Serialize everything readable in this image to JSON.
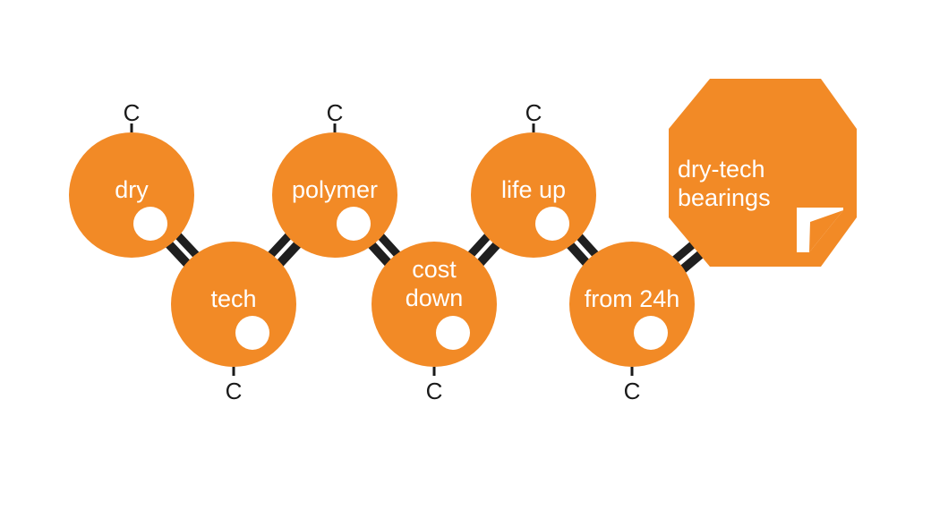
{
  "colors": {
    "orange": "#f28a26",
    "bond_dark": "#1f1f1f",
    "white": "#ffffff",
    "carbon_text": "#1a1a1a"
  },
  "nodes": [
    {
      "lines": [
        "dry"
      ],
      "carbon_text": "C",
      "carbon_side": "top"
    },
    {
      "lines": [
        "tech"
      ],
      "carbon_text": "C",
      "carbon_side": "bottom"
    },
    {
      "lines": [
        "polymer"
      ],
      "carbon_text": "C",
      "carbon_side": "top"
    },
    {
      "lines": [
        "cost",
        "down"
      ],
      "carbon_text": "C",
      "carbon_side": "bottom"
    },
    {
      "lines": [
        "life up"
      ],
      "carbon_text": "C",
      "carbon_side": "top"
    },
    {
      "lines": [
        "from 24h"
      ],
      "carbon_text": "C",
      "carbon_side": "bottom"
    }
  ],
  "end_badge": {
    "lines": [
      "dry-tech",
      "bearings"
    ],
    "shape": "octagon",
    "corner": "folded-page-icon"
  }
}
